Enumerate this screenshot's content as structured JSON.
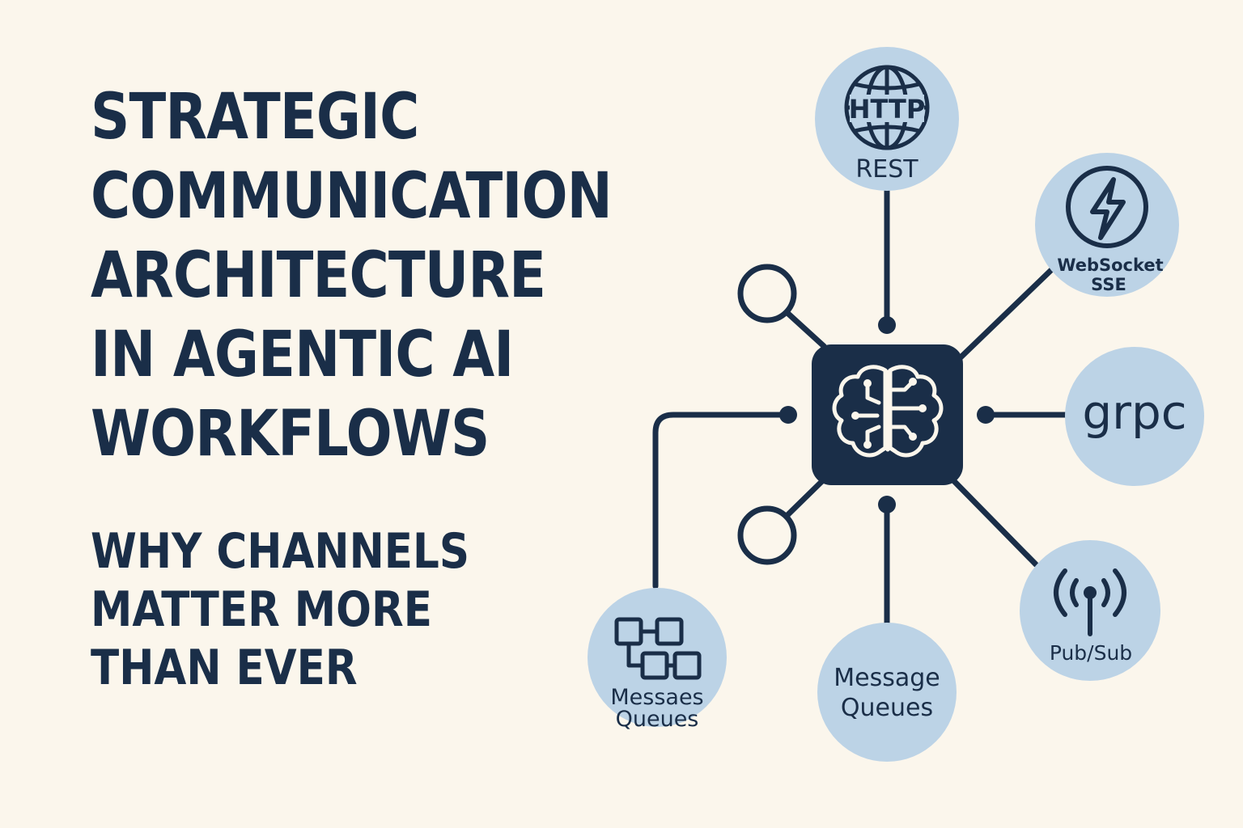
{
  "title": {
    "lines": [
      "STRATEGIC",
      "COMMUNICATION",
      "ARCHITECTURE",
      "IN AGENTIC AI",
      "WORKFLOWS"
    ]
  },
  "subtitle": {
    "lines": [
      "WHY CHANNELS",
      "MATTER MORE",
      "THAN EVER"
    ]
  },
  "diagram": {
    "center_icon": "brain-circuit-icon",
    "nodes": {
      "rest": {
        "icon_text": "HTTP",
        "icon": "globe-icon",
        "label": "REST"
      },
      "websocket": {
        "icon": "lightning-bolt-icon",
        "label_lines": [
          "WebSocket",
          "SSE"
        ]
      },
      "grpc": {
        "label": "grpc"
      },
      "pubsub": {
        "icon": "broadcast-antenna-icon",
        "label": "Pub/Sub"
      },
      "message_queues": {
        "label_lines": [
          "Message",
          "Queues"
        ]
      },
      "messaes_queues": {
        "icon": "queue-blocks-icon",
        "label_lines": [
          "Messaes",
          "Queues"
        ]
      }
    }
  },
  "colors": {
    "background": "#fbf6ec",
    "navy": "#1a2e48",
    "node_fill": "#bcd3e6"
  }
}
